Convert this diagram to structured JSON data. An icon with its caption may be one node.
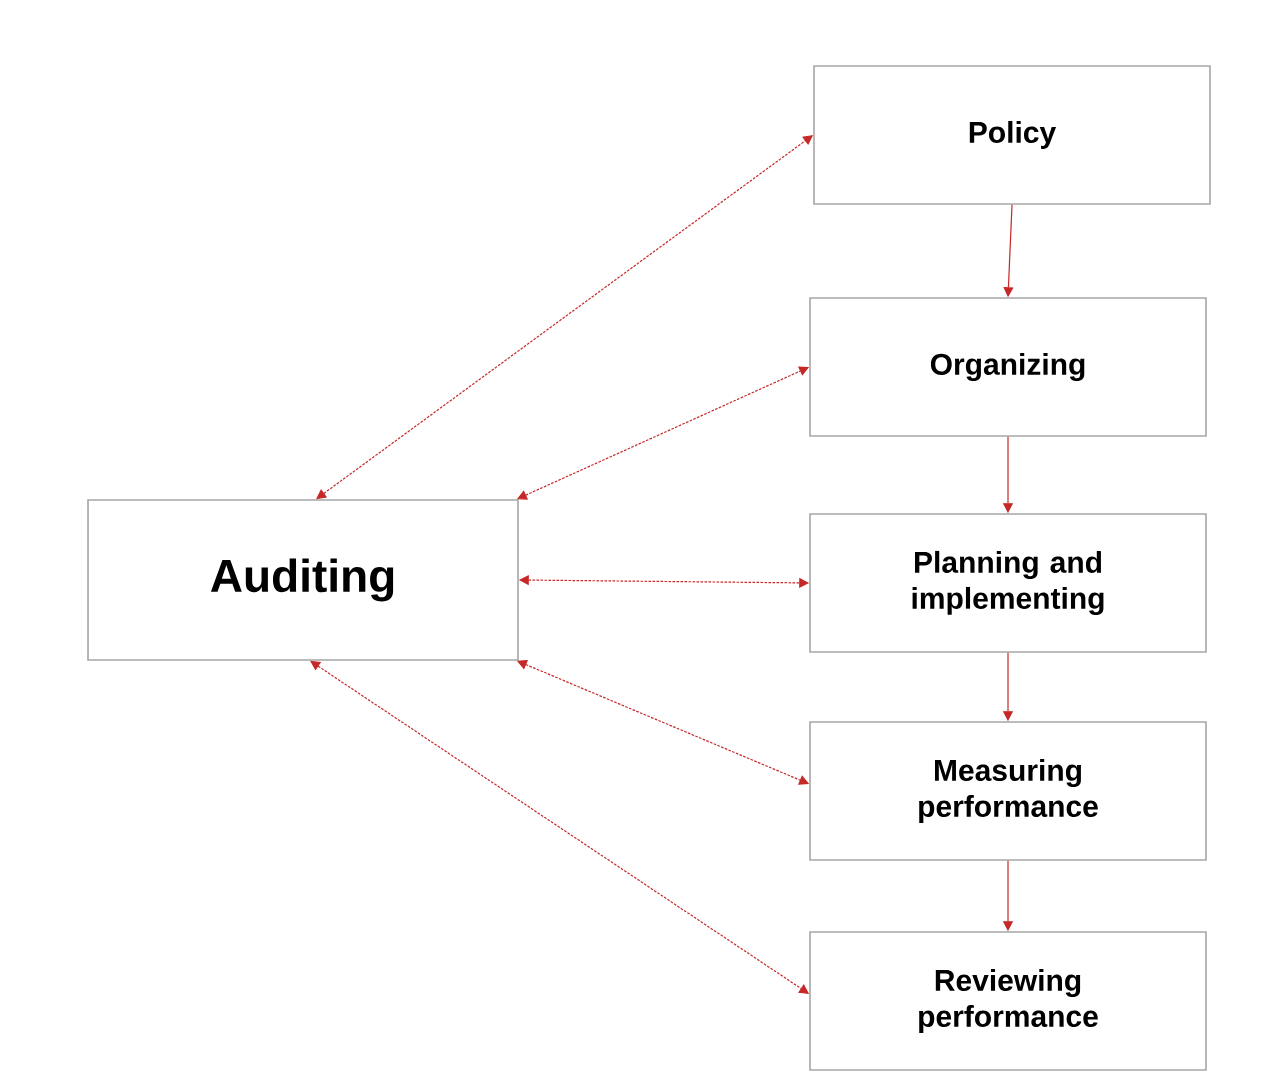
{
  "diagram": {
    "nodes": [
      {
        "text": [
          "Auditing"
        ]
      },
      {
        "text": [
          "Policy"
        ]
      },
      {
        "text": [
          "Organizing"
        ]
      },
      {
        "text": [
          "Planning and implementing"
        ]
      },
      {
        "text": [
          "Measuring performance"
        ]
      },
      {
        "text": [
          "Reviewing performance"
        ]
      }
    ],
    "edges": [
      {
        "from": 0,
        "to": 1,
        "arrow": "both",
        "style": "dashed"
      },
      {
        "from": 0,
        "to": 2,
        "arrow": "both",
        "style": "dashed"
      },
      {
        "from": 0,
        "to": 3,
        "arrow": "both",
        "style": "dashed"
      },
      {
        "from": 0,
        "to": 4,
        "arrow": "both",
        "style": "dashed"
      },
      {
        "from": 0,
        "to": 5,
        "arrow": "both",
        "style": "dashed"
      },
      {
        "from": 1,
        "to": 2,
        "arrow": "to"
      },
      {
        "from": 2,
        "to": 3,
        "arrow": "to"
      },
      {
        "from": 3,
        "to": 4,
        "arrow": "to"
      },
      {
        "from": 4,
        "to": 5,
        "arrow": "to"
      }
    ]
  }
}
